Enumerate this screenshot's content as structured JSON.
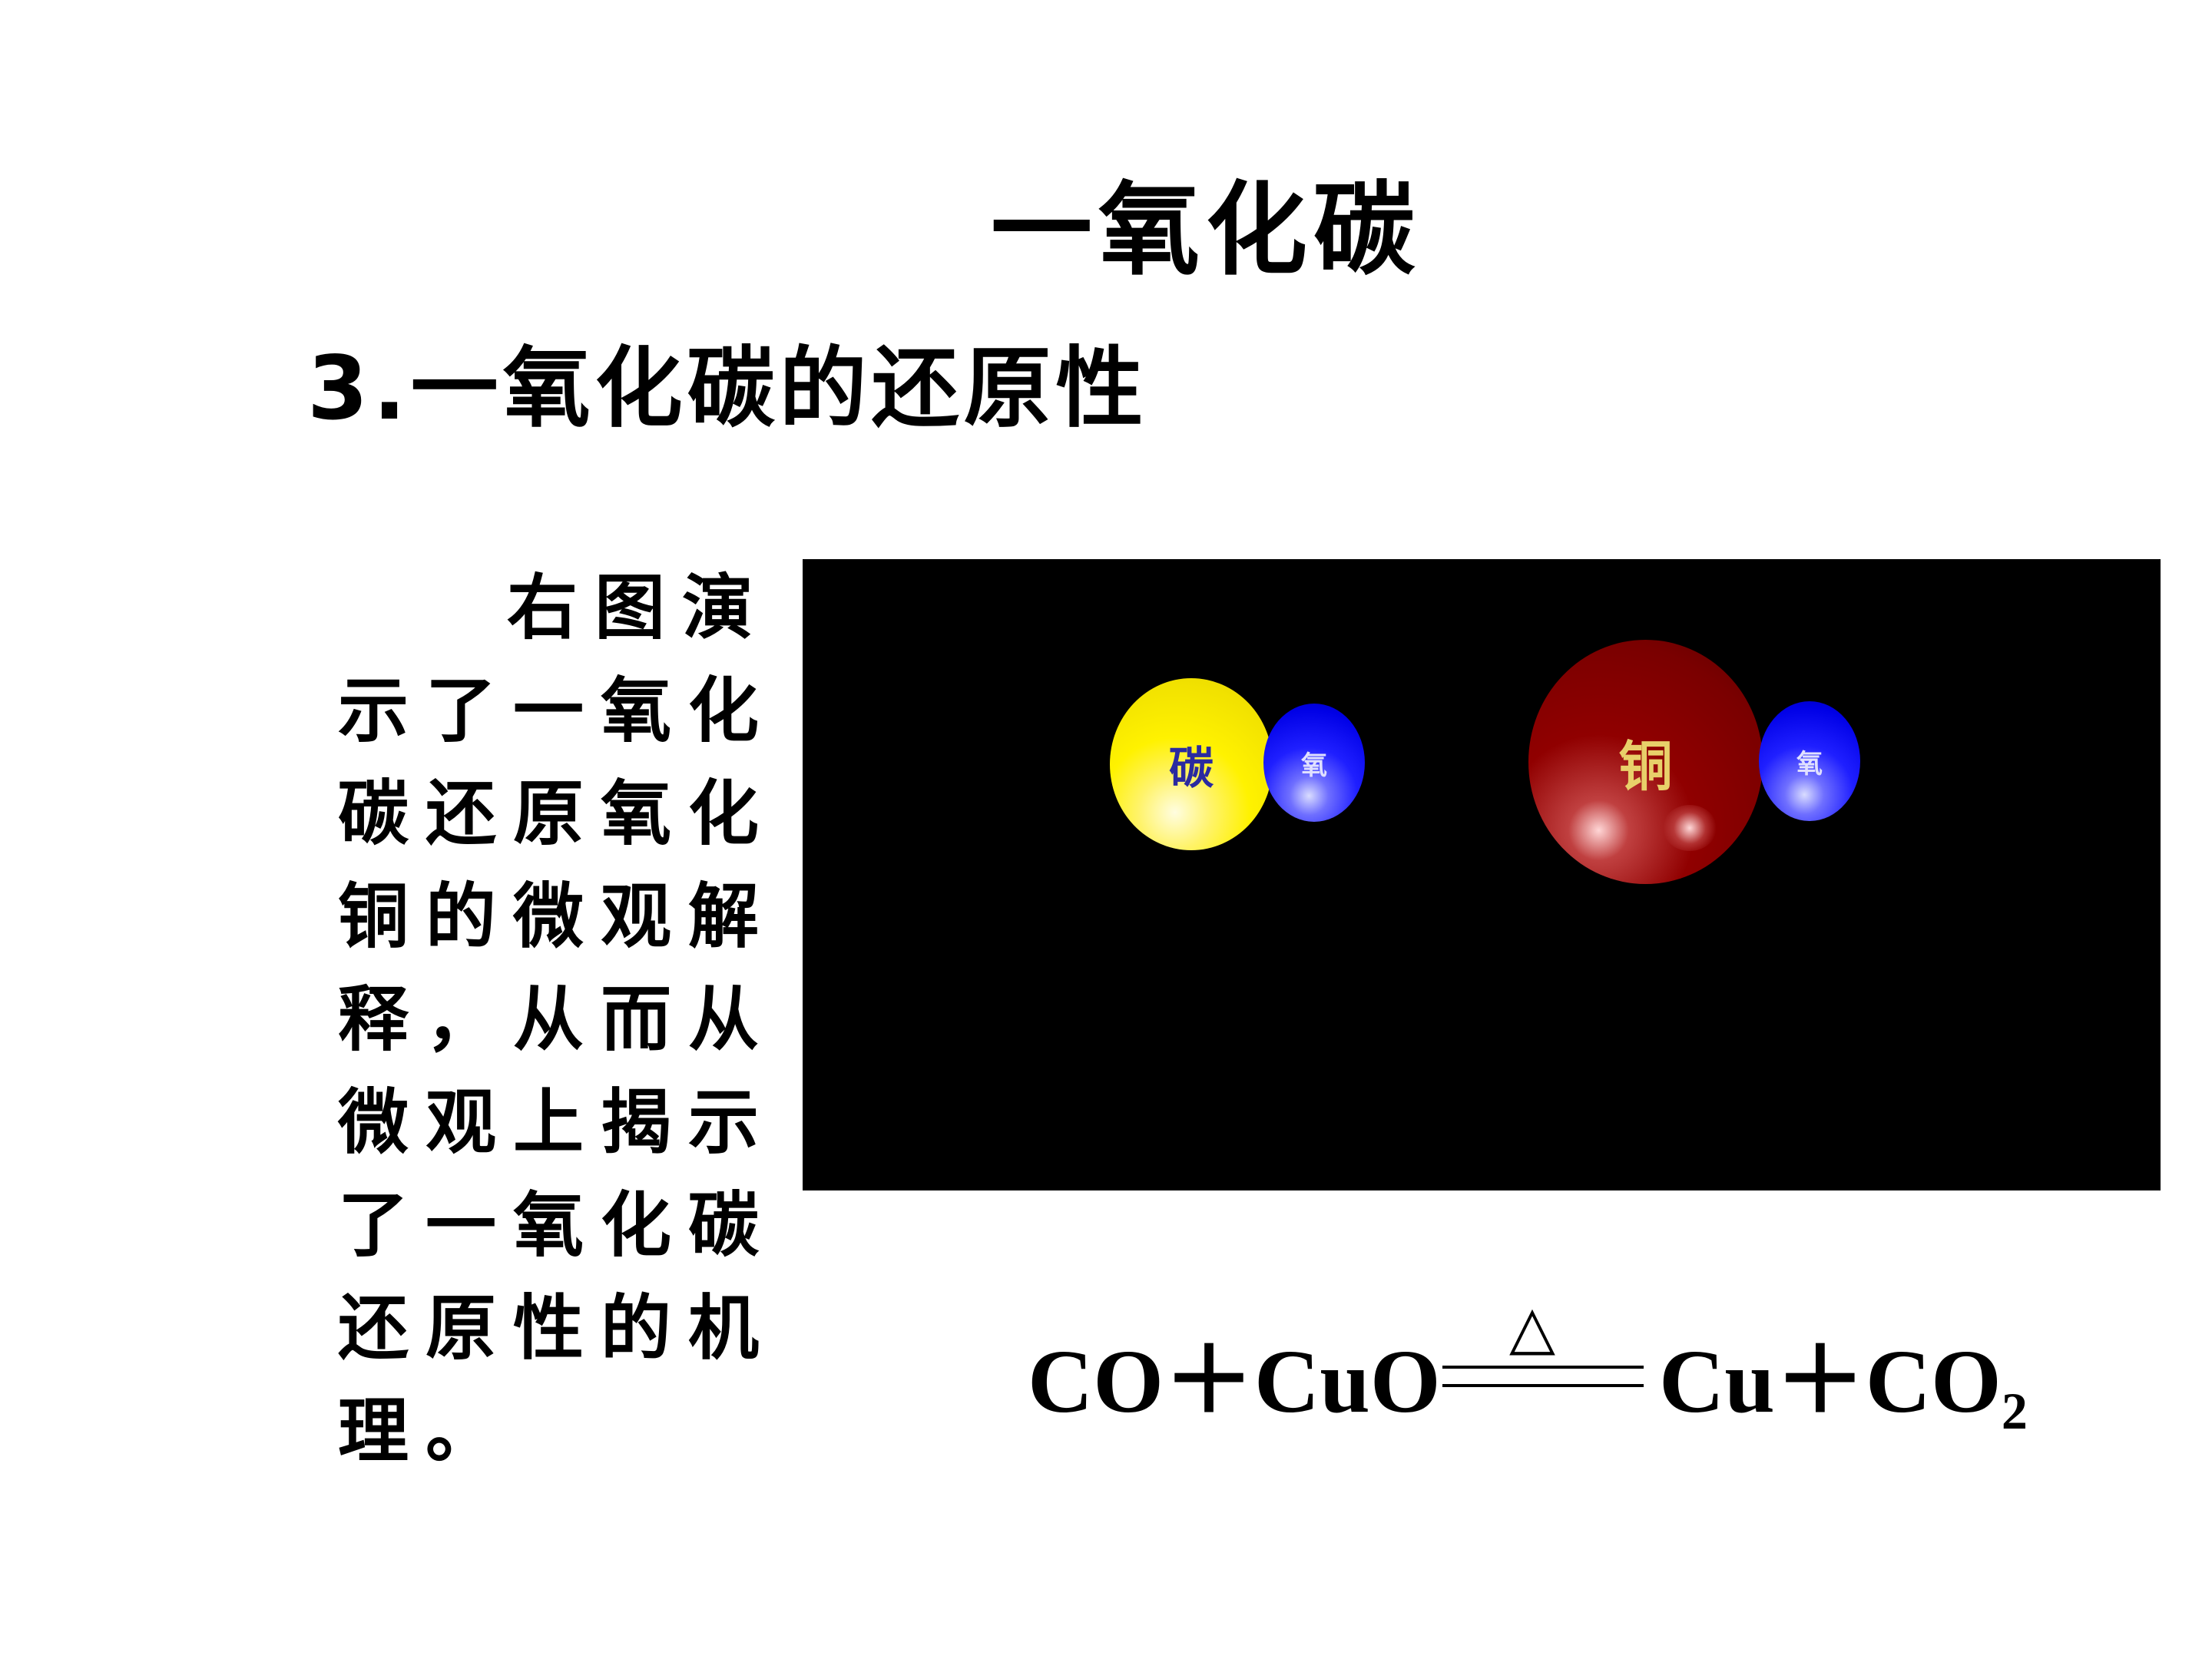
{
  "slide": {
    "title": "一氧化碳",
    "subtitle": "3.一氧化碳的还原性",
    "description": "右图演示了一氧化碳还原氧化铜的微观解释，从而从微观上揭示了一氧化碳还原性的机理。"
  },
  "animation": {
    "background_color": "#000000",
    "atoms": [
      {
        "label": "碳",
        "color": "#fff200"
      },
      {
        "label": "氧",
        "color": "#0000ff"
      },
      {
        "label": "铜",
        "color": "#8b0000"
      },
      {
        "label": "氧",
        "color": "#0000ff"
      }
    ]
  },
  "equation": {
    "lhs": "CO＋CuO",
    "condition": "△",
    "rhs_main": "Cu＋CO",
    "rhs_subscript": "2"
  }
}
